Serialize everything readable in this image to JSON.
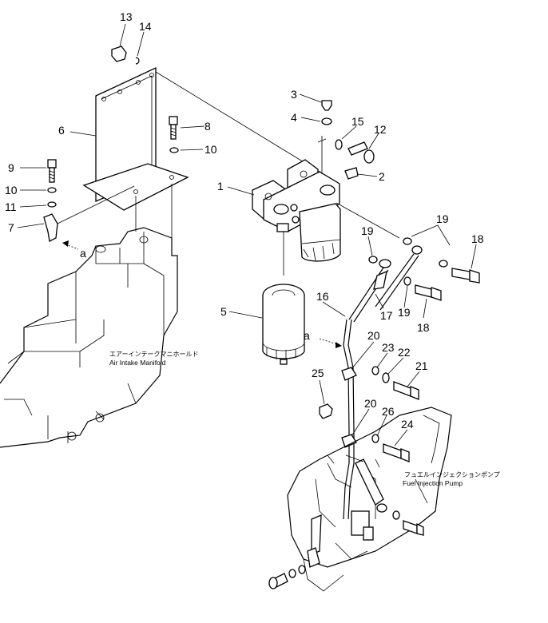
{
  "callouts": {
    "c1": "1",
    "c2": "2",
    "c3": "3",
    "c4": "4",
    "c5": "5",
    "c6": "6",
    "c7": "7",
    "c8": "8",
    "c9": "9",
    "c10a": "10",
    "c10b": "10",
    "c11": "11",
    "c12": "12",
    "c13": "13",
    "c14": "14",
    "c15": "15",
    "c16": "16",
    "c17": "17",
    "c18a": "18",
    "c18b": "18",
    "c19a": "19",
    "c19b": "19",
    "c19c": "19",
    "c20a": "20",
    "c20b": "20",
    "c21": "21",
    "c22": "22",
    "c23": "23",
    "c24": "24",
    "c25": "25",
    "c26": "26"
  },
  "references": {
    "ref_a1": "a",
    "ref_a2": "a"
  },
  "labels": {
    "manifold_jp": "エアーインテークマニホールド",
    "manifold_en": "Air Intake Manifold",
    "pump_jp": "フュエルインジェクションポンプ",
    "pump_en": "Fuel Injection Pump"
  },
  "colors": {
    "ink": "#000000",
    "paper": "#ffffff"
  },
  "icons": {
    "ref_arrow": "arrow-left-icon"
  }
}
